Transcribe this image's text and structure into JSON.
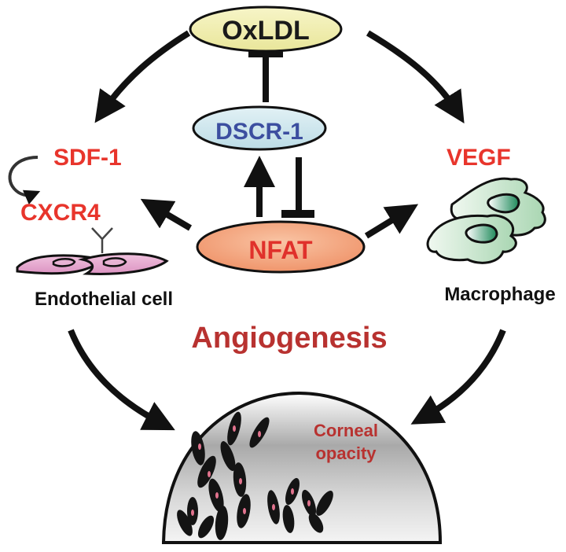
{
  "nodes": {
    "oxldl": {
      "label": "OxLDL",
      "fill": "#f1efb0",
      "text_color": "#1a1a1a"
    },
    "dscr1": {
      "label": "DSCR-1",
      "fill": "#cfe6ee",
      "text_color": "#3c4ea0"
    },
    "nfat": {
      "label": "NFAT",
      "fill": "#f2a47e",
      "text_color": "#e0312b"
    }
  },
  "labels": {
    "sdf1": "SDF-1",
    "cxcr4": "CXCR4",
    "vegf": "VEGF",
    "endothelial_cell": "Endothelial cell",
    "macrophage": "Macrophage",
    "angiogenesis": "Angiogenesis",
    "corneal_line1": "Corneal",
    "corneal_line2": "opacity"
  },
  "colors": {
    "red_label": "#e8352c",
    "dark_red_label": "#b83230",
    "endothelial_fill": "#e8a8d0",
    "macrophage_fill": "#bfe0c4",
    "macrophage_nucleus": "#2f9a6a",
    "vessel": "#1a1a1a",
    "vessel_dot": "#e2738e"
  },
  "edges": [
    {
      "from": "OxLDL",
      "to": "Endothelial cell (SDF-1)",
      "type": "activation"
    },
    {
      "from": "OxLDL",
      "to": "Macrophage (VEGF)",
      "type": "activation"
    },
    {
      "from": "DSCR-1",
      "to": "OxLDL",
      "type": "inhibition"
    },
    {
      "from": "NFAT",
      "to": "DSCR-1",
      "type": "activation"
    },
    {
      "from": "DSCR-1",
      "to": "NFAT",
      "type": "inhibition"
    },
    {
      "from": "NFAT",
      "to": "CXCR4",
      "type": "activation"
    },
    {
      "from": "NFAT",
      "to": "Macrophage",
      "type": "activation"
    },
    {
      "from": "SDF-1",
      "to": "CXCR4",
      "type": "autocrine"
    },
    {
      "from": "Endothelial cell",
      "to": "Corneal opacity",
      "type": "activation"
    },
    {
      "from": "Macrophage",
      "to": "Corneal opacity",
      "type": "activation"
    }
  ]
}
